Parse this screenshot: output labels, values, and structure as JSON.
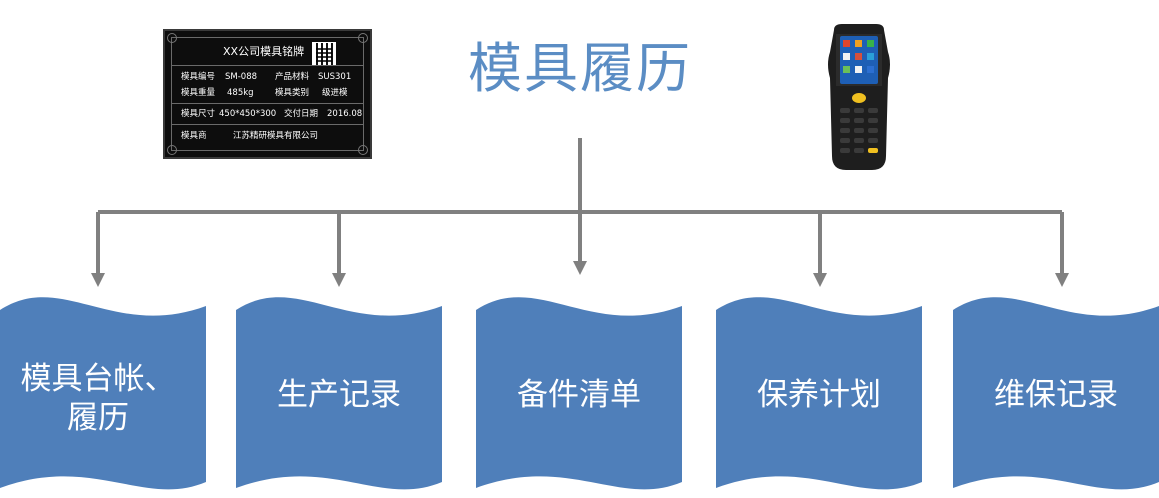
{
  "diagram": {
    "title": "模具履历",
    "nameplate": {
      "heading": "XX公司模具铭牌",
      "rows": [
        [
          "模具编号",
          "SM-088",
          "产品材料",
          "SUS301"
        ],
        [
          "模具重量",
          "485kg",
          "模具类别",
          "级进模"
        ],
        [
          "模具尺寸",
          "450*450*300",
          "交付日期",
          "2016.08"
        ],
        [
          "模具商",
          "江苏精研模具有限公司"
        ]
      ]
    },
    "boxes": [
      {
        "label_line1": "模具台帐、",
        "label_line2": "履历"
      },
      {
        "label_line1": "生产记录"
      },
      {
        "label_line1": "备件清单"
      },
      {
        "label_line1": "保养计划"
      },
      {
        "label_line1": "维保记录"
      }
    ],
    "colors": {
      "box_fill": "#4f7fba",
      "connector": "#808080",
      "title_text": "#5b8dc4"
    },
    "icons": [
      "handheld-scanner-icon",
      "qr-code-icon"
    ]
  }
}
